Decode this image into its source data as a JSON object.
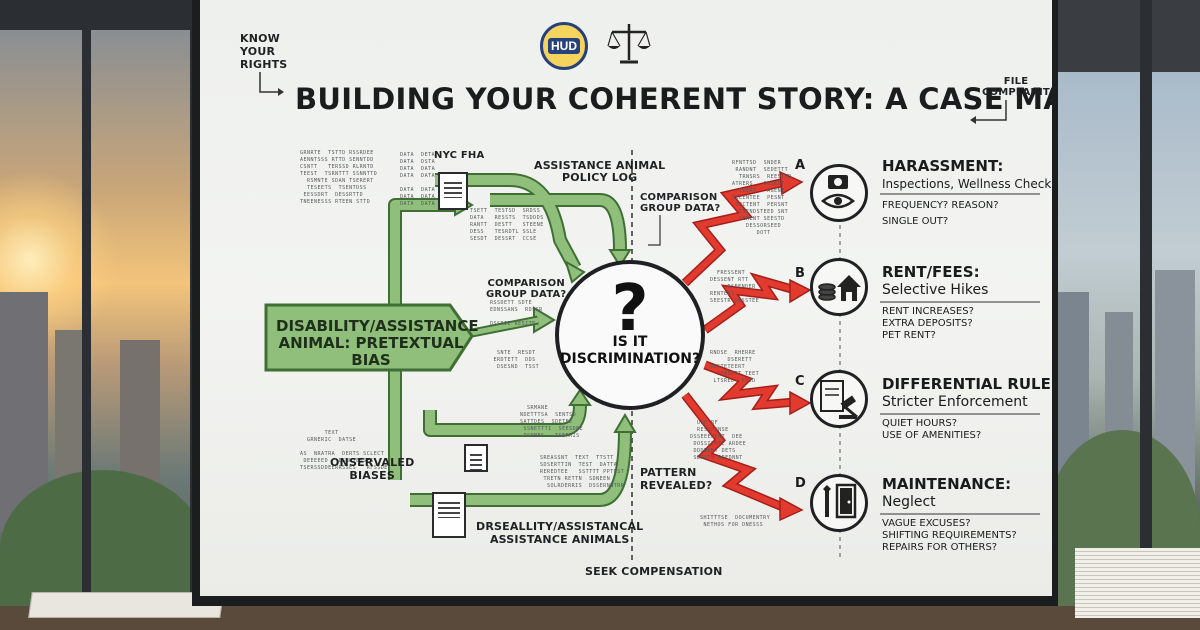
{
  "logo": {
    "hud": "HUD"
  },
  "header": {
    "title": "BUILDING YOUR COHERENT STORY: A CASE MAP"
  },
  "corner_notes": {
    "know_rights": "KNOW\nYOUR\nRIGHTS",
    "file_complaint": "FILE\nCOMPLAINT"
  },
  "left_flow": {
    "main_box": "DISABILITY/ASSISTANCE ANIMAL: PRETEXTUAL BIAS",
    "nyc_fha": "NYC FHA",
    "policy_log": "ASSISTANCE ANIMAL\nPOLICY LOG",
    "comparison_left": "COMPARISON\nGROUP DATA?",
    "comparison_mid": "COMPARISON\nGROUP DATA?",
    "observed_biases": "ONSERVALED\nBIASES",
    "assist_animals": "DRSEALLITY/ASSISTANCAL\nASSISTANCE ANIMALS"
  },
  "center": {
    "question_mark": "?",
    "question": "IS IT\nDISCRIMINATION?"
  },
  "bottom": {
    "pattern": "PATTERN\nREVEALED?",
    "seek_compensation": "SEEK COMPENSATION"
  },
  "categories": [
    {
      "letter": "A",
      "icon": "camera-eye-icon",
      "heading": "HARASSMENT:",
      "subheading": "Inspections, Wellness Checks",
      "questions": [
        "FREQUENCY? REASON?",
        "SINGLE OUT?"
      ]
    },
    {
      "letter": "B",
      "icon": "coins-house-icon",
      "heading": "RENT/FEES:",
      "subheading": "Selective Hikes",
      "questions": [
        "RENT INCREASES?",
        "EXTRA DEPOSITS?",
        "PET RENT?"
      ]
    },
    {
      "letter": "C",
      "icon": "gavel-document-icon",
      "heading": "DIFFERENTIAL RULES:",
      "subheading": "Stricter Enforcement",
      "questions": [
        "QUIET HOURS?",
        "USE OF AMENITIES?"
      ]
    },
    {
      "letter": "D",
      "icon": "wrench-door-icon",
      "heading": "MAINTENANCE:",
      "subheading": "Neglect",
      "questions": [
        "VAGUE EXCUSES?",
        "SHIFTING REQUIREMENTS?",
        "REPAIRS FOR OTHERS?"
      ]
    }
  ],
  "colors": {
    "green_arrow": "#8fbf7a",
    "green_border": "#3f6f35",
    "red_arrow": "#e23a2e",
    "screen_bg": "#eef0ee"
  }
}
